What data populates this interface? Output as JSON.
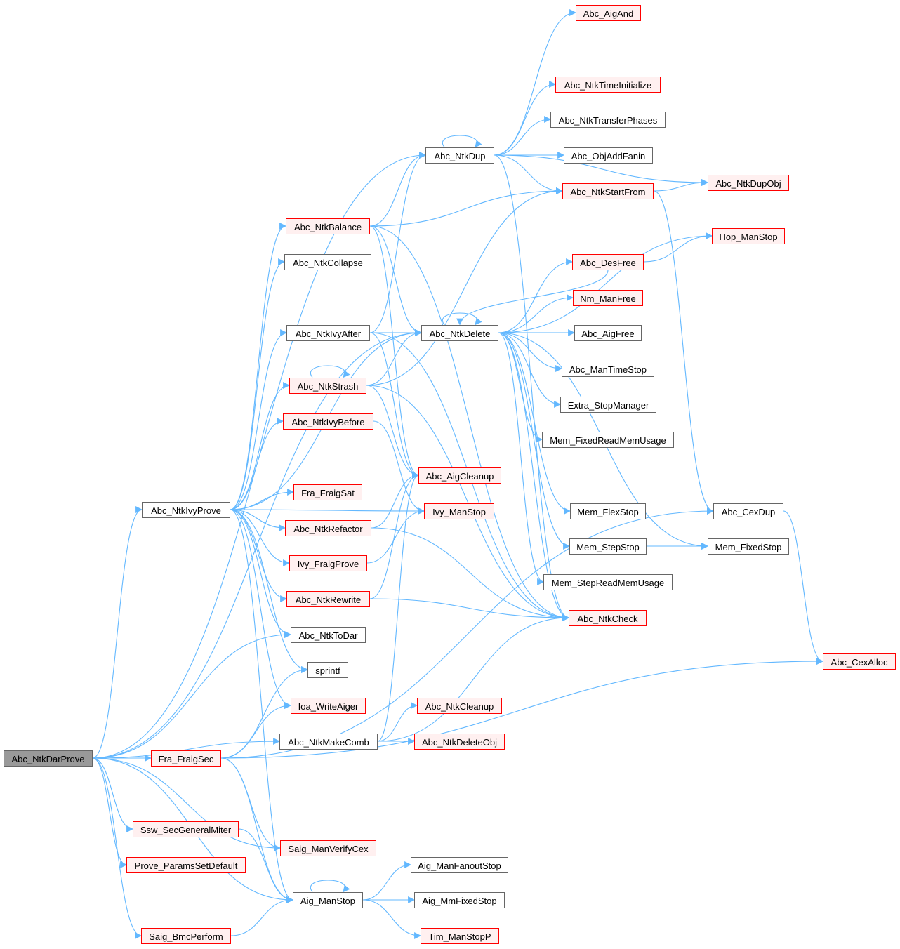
{
  "graph": {
    "root": "Abc_NtkDarProve",
    "edge_color": "#63b8ff",
    "nodes": [
      {
        "id": "dar",
        "label": "Abc_NtkDarProve",
        "style": "root"
      },
      {
        "id": "aigand",
        "label": "Abc_AigAnd",
        "style": "red"
      },
      {
        "id": "timeinit",
        "label": "Abc_NtkTimeInitialize",
        "style": "red"
      },
      {
        "id": "transfer",
        "label": "Abc_NtkTransferPhases",
        "style": "plain"
      },
      {
        "id": "dup",
        "label": "Abc_NtkDup",
        "style": "plain"
      },
      {
        "id": "addfanin",
        "label": "Abc_ObjAddFanin",
        "style": "plain"
      },
      {
        "id": "startfrom",
        "label": "Abc_NtkStartFrom",
        "style": "red"
      },
      {
        "id": "dupobj",
        "label": "Abc_NtkDupObj",
        "style": "red"
      },
      {
        "id": "balance",
        "label": "Abc_NtkBalance",
        "style": "red"
      },
      {
        "id": "hopstop",
        "label": "Hop_ManStop",
        "style": "red"
      },
      {
        "id": "collapse",
        "label": "Abc_NtkCollapse",
        "style": "plain"
      },
      {
        "id": "desfree",
        "label": "Abc_DesFree",
        "style": "red"
      },
      {
        "id": "nmfree",
        "label": "Nm_ManFree",
        "style": "red"
      },
      {
        "id": "ivyafter",
        "label": "Abc_NtkIvyAfter",
        "style": "plain"
      },
      {
        "id": "delete",
        "label": "Abc_NtkDelete",
        "style": "plain"
      },
      {
        "id": "aigfree",
        "label": "Abc_AigFree",
        "style": "plain"
      },
      {
        "id": "mantimestop",
        "label": "Abc_ManTimeStop",
        "style": "plain"
      },
      {
        "id": "strash",
        "label": "Abc_NtkStrash",
        "style": "red"
      },
      {
        "id": "extrastop",
        "label": "Extra_StopManager",
        "style": "plain"
      },
      {
        "id": "ivybefore",
        "label": "Abc_NtkIvyBefore",
        "style": "red"
      },
      {
        "id": "fixedread",
        "label": "Mem_FixedReadMemUsage",
        "style": "plain"
      },
      {
        "id": "aigcleanup",
        "label": "Abc_AigCleanup",
        "style": "red"
      },
      {
        "id": "fraigsat",
        "label": "Fra_FraigSat",
        "style": "red"
      },
      {
        "id": "ivyprove",
        "label": "Abc_NtkIvyProve",
        "style": "plain"
      },
      {
        "id": "ivymanstop",
        "label": "Ivy_ManStop",
        "style": "red"
      },
      {
        "id": "flexstop",
        "label": "Mem_FlexStop",
        "style": "plain"
      },
      {
        "id": "cexdup",
        "label": "Abc_CexDup",
        "style": "plain"
      },
      {
        "id": "refactor",
        "label": "Abc_NtkRefactor",
        "style": "red"
      },
      {
        "id": "stepstop",
        "label": "Mem_StepStop",
        "style": "plain"
      },
      {
        "id": "fixedstop",
        "label": "Mem_FixedStop",
        "style": "plain"
      },
      {
        "id": "ivyfraig",
        "label": "Ivy_FraigProve",
        "style": "red"
      },
      {
        "id": "stepread",
        "label": "Mem_StepReadMemUsage",
        "style": "plain"
      },
      {
        "id": "rewrite",
        "label": "Abc_NtkRewrite",
        "style": "red"
      },
      {
        "id": "check",
        "label": "Abc_NtkCheck",
        "style": "red"
      },
      {
        "id": "todar",
        "label": "Abc_NtkToDar",
        "style": "plain"
      },
      {
        "id": "cexalloc",
        "label": "Abc_CexAlloc",
        "style": "red"
      },
      {
        "id": "sprintf",
        "label": "sprintf",
        "style": "plain"
      },
      {
        "id": "ioa",
        "label": "Ioa_WriteAiger",
        "style": "red"
      },
      {
        "id": "cleanup",
        "label": "Abc_NtkCleanup",
        "style": "red"
      },
      {
        "id": "makecomb",
        "label": "Abc_NtkMakeComb",
        "style": "plain"
      },
      {
        "id": "deleteobj",
        "label": "Abc_NtkDeleteObj",
        "style": "red"
      },
      {
        "id": "fraigsec",
        "label": "Fra_FraigSec",
        "style": "red"
      },
      {
        "id": "ssw",
        "label": "Ssw_SecGeneralMiter",
        "style": "red"
      },
      {
        "id": "verifycex",
        "label": "Saig_ManVerifyCex",
        "style": "red"
      },
      {
        "id": "params",
        "label": "Prove_ParamsSetDefault",
        "style": "red"
      },
      {
        "id": "fanoutstop",
        "label": "Aig_ManFanoutStop",
        "style": "plain"
      },
      {
        "id": "aigstop",
        "label": "Aig_ManStop",
        "style": "plain"
      },
      {
        "id": "mmfixed",
        "label": "Aig_MmFixedStop",
        "style": "plain"
      },
      {
        "id": "bmc",
        "label": "Saig_BmcPerform",
        "style": "red"
      },
      {
        "id": "timstop",
        "label": "Tim_ManStopP",
        "style": "red"
      }
    ],
    "edges": [
      [
        "dar",
        "dup"
      ],
      [
        "dar",
        "delete"
      ],
      [
        "dar",
        "ivyprove"
      ],
      [
        "dar",
        "todar"
      ],
      [
        "dar",
        "makecomb"
      ],
      [
        "dar",
        "fraigsec"
      ],
      [
        "dar",
        "ssw"
      ],
      [
        "dar",
        "params"
      ],
      [
        "dar",
        "bmc"
      ],
      [
        "dar",
        "aigstop"
      ],
      [
        "dar",
        "verifycex"
      ],
      [
        "ivyprove",
        "balance"
      ],
      [
        "ivyprove",
        "collapse"
      ],
      [
        "ivyprove",
        "delete"
      ],
      [
        "ivyprove",
        "ivyafter"
      ],
      [
        "ivyprove",
        "strash"
      ],
      [
        "ivyprove",
        "ivybefore"
      ],
      [
        "ivyprove",
        "ivymanstop"
      ],
      [
        "ivyprove",
        "fraigsat"
      ],
      [
        "ivyprove",
        "refactor"
      ],
      [
        "ivyprove",
        "ivyfraig"
      ],
      [
        "ivyprove",
        "rewrite"
      ],
      [
        "ivyprove",
        "todar"
      ],
      [
        "ivyprove",
        "sprintf"
      ],
      [
        "ivyprove",
        "ioa"
      ],
      [
        "ivyprove",
        "aigstop"
      ],
      [
        "balance",
        "dup"
      ],
      [
        "balance",
        "startfrom"
      ],
      [
        "balance",
        "delete"
      ],
      [
        "balance",
        "aigcleanup"
      ],
      [
        "balance",
        "check"
      ],
      [
        "ivyafter",
        "dup"
      ],
      [
        "ivyafter",
        "delete"
      ],
      [
        "ivyafter",
        "aigcleanup"
      ],
      [
        "ivyafter",
        "check"
      ],
      [
        "strash",
        "strash"
      ],
      [
        "strash",
        "delete"
      ],
      [
        "strash",
        "startfrom"
      ],
      [
        "strash",
        "aigcleanup"
      ],
      [
        "strash",
        "check"
      ],
      [
        "ivybefore",
        "ivymanstop"
      ],
      [
        "refactor",
        "aigcleanup"
      ],
      [
        "refactor",
        "check"
      ],
      [
        "ivyfraig",
        "ivymanstop"
      ],
      [
        "rewrite",
        "aigcleanup"
      ],
      [
        "rewrite",
        "check"
      ],
      [
        "makecomb",
        "cleanup"
      ],
      [
        "makecomb",
        "deleteobj"
      ],
      [
        "makecomb",
        "aigcleanup"
      ],
      [
        "makecomb",
        "check"
      ],
      [
        "fraigsec",
        "sprintf"
      ],
      [
        "fraigsec",
        "ioa"
      ],
      [
        "fraigsec",
        "aigstop"
      ],
      [
        "fraigsec",
        "verifycex"
      ],
      [
        "fraigsec",
        "cexdup"
      ],
      [
        "fraigsec",
        "cexalloc"
      ],
      [
        "ssw",
        "aigstop"
      ],
      [
        "bmc",
        "aigstop"
      ],
      [
        "aigstop",
        "aigstop"
      ],
      [
        "aigstop",
        "fanoutstop"
      ],
      [
        "aigstop",
        "mmfixed"
      ],
      [
        "aigstop",
        "timstop"
      ],
      [
        "dup",
        "dup"
      ],
      [
        "dup",
        "aigand"
      ],
      [
        "dup",
        "timeinit"
      ],
      [
        "dup",
        "transfer"
      ],
      [
        "dup",
        "addfanin"
      ],
      [
        "dup",
        "startfrom"
      ],
      [
        "dup",
        "dupobj"
      ],
      [
        "dup",
        "check"
      ],
      [
        "startfrom",
        "dupobj"
      ],
      [
        "startfrom",
        "cexdup"
      ],
      [
        "delete",
        "delete"
      ],
      [
        "delete",
        "hopstop"
      ],
      [
        "delete",
        "desfree"
      ],
      [
        "delete",
        "nmfree"
      ],
      [
        "delete",
        "aigfree"
      ],
      [
        "delete",
        "mantimestop"
      ],
      [
        "delete",
        "extrastop"
      ],
      [
        "delete",
        "fixedread"
      ],
      [
        "delete",
        "flexstop"
      ],
      [
        "delete",
        "stepstop"
      ],
      [
        "delete",
        "stepread"
      ],
      [
        "delete",
        "fixedstop"
      ],
      [
        "delete",
        "check"
      ],
      [
        "desfree",
        "hopstop"
      ],
      [
        "desfree",
        "delete"
      ],
      [
        "stepstop",
        "fixedstop"
      ],
      [
        "cexdup",
        "cexalloc"
      ]
    ]
  }
}
